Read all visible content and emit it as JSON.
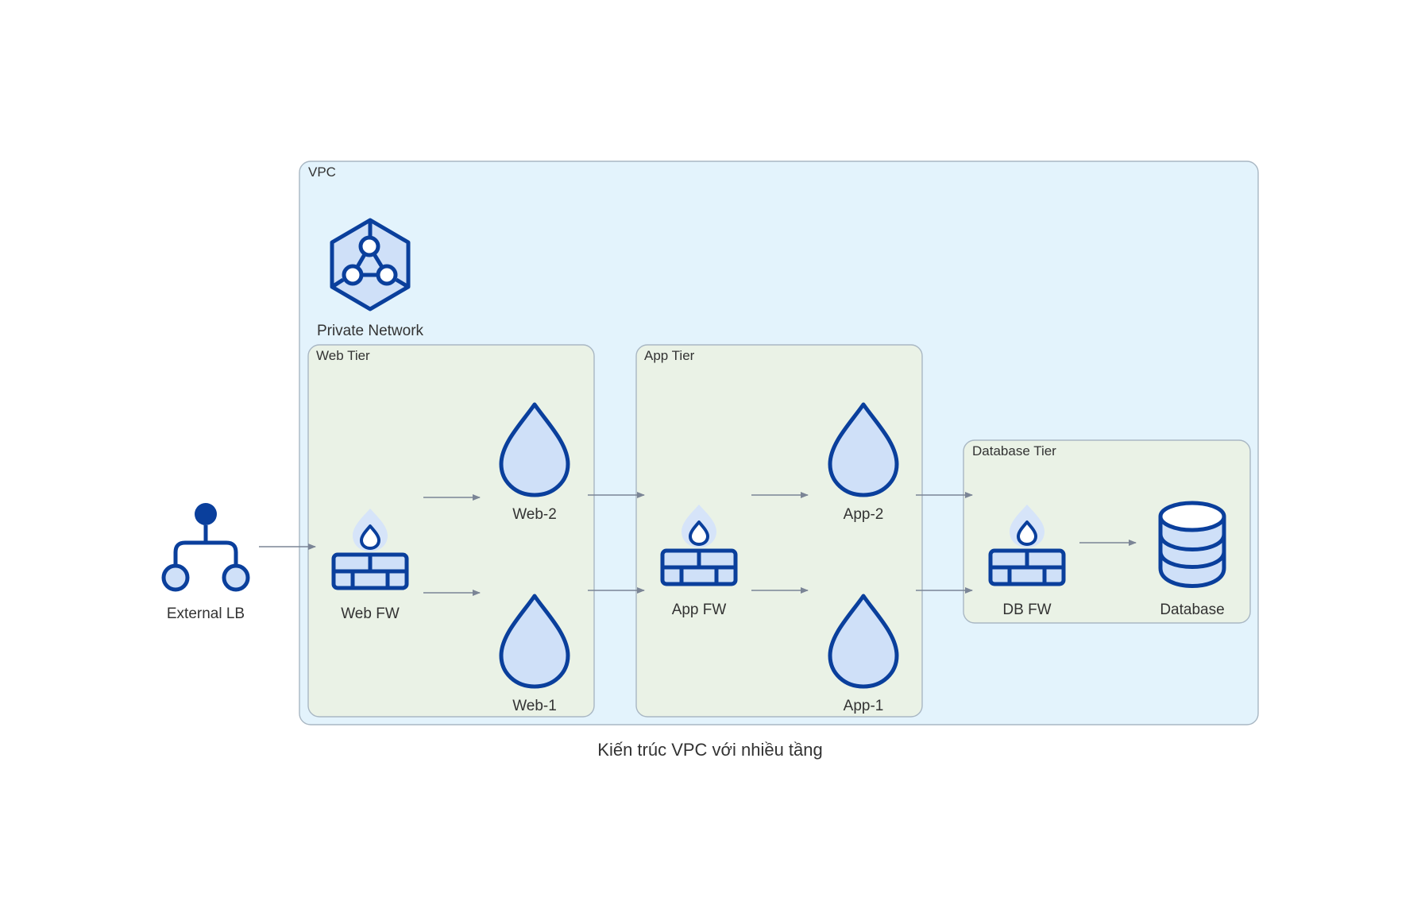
{
  "diagram": {
    "caption": "Kiến trúc VPC với nhiều tầng",
    "clusters": {
      "vpc": "VPC",
      "web_tier": "Web Tier",
      "app_tier": "App Tier",
      "database_tier": "Database Tier"
    },
    "nodes": {
      "external_lb": {
        "label": "External LB",
        "icon": "load-balancer-icon"
      },
      "private_network": {
        "label": "Private Network",
        "icon": "private-network-icon"
      },
      "web_fw": {
        "label": "Web FW",
        "icon": "firewall-icon"
      },
      "web_2": {
        "label": "Web-2",
        "icon": "droplet-icon"
      },
      "web_1": {
        "label": "Web-1",
        "icon": "droplet-icon"
      },
      "app_fw": {
        "label": "App FW",
        "icon": "firewall-icon"
      },
      "app_2": {
        "label": "App-2",
        "icon": "droplet-icon"
      },
      "app_1": {
        "label": "App-1",
        "icon": "droplet-icon"
      },
      "db_fw": {
        "label": "DB FW",
        "icon": "firewall-icon"
      },
      "database": {
        "label": "Database",
        "icon": "database-icon"
      }
    },
    "edges": [
      {
        "from": "External LB",
        "to": "Web FW"
      },
      {
        "from": "Web FW",
        "to": "Web-2"
      },
      {
        "from": "Web FW",
        "to": "Web-1"
      },
      {
        "from": "Web-2",
        "to": "App FW"
      },
      {
        "from": "Web-1",
        "to": "App FW"
      },
      {
        "from": "App FW",
        "to": "App-2"
      },
      {
        "from": "App FW",
        "to": "App-1"
      },
      {
        "from": "App-2",
        "to": "DB FW"
      },
      {
        "from": "App-1",
        "to": "DB FW"
      },
      {
        "from": "DB FW",
        "to": "Database"
      }
    ],
    "colors": {
      "vpc_fill": "#e3f3fc",
      "tier_fill": "#eaf2e6",
      "cluster_border": "#a9b7c3",
      "icon_stroke": "#0a3f9c",
      "icon_fill": "#cfe0f8",
      "edge": "#7b8596"
    }
  }
}
